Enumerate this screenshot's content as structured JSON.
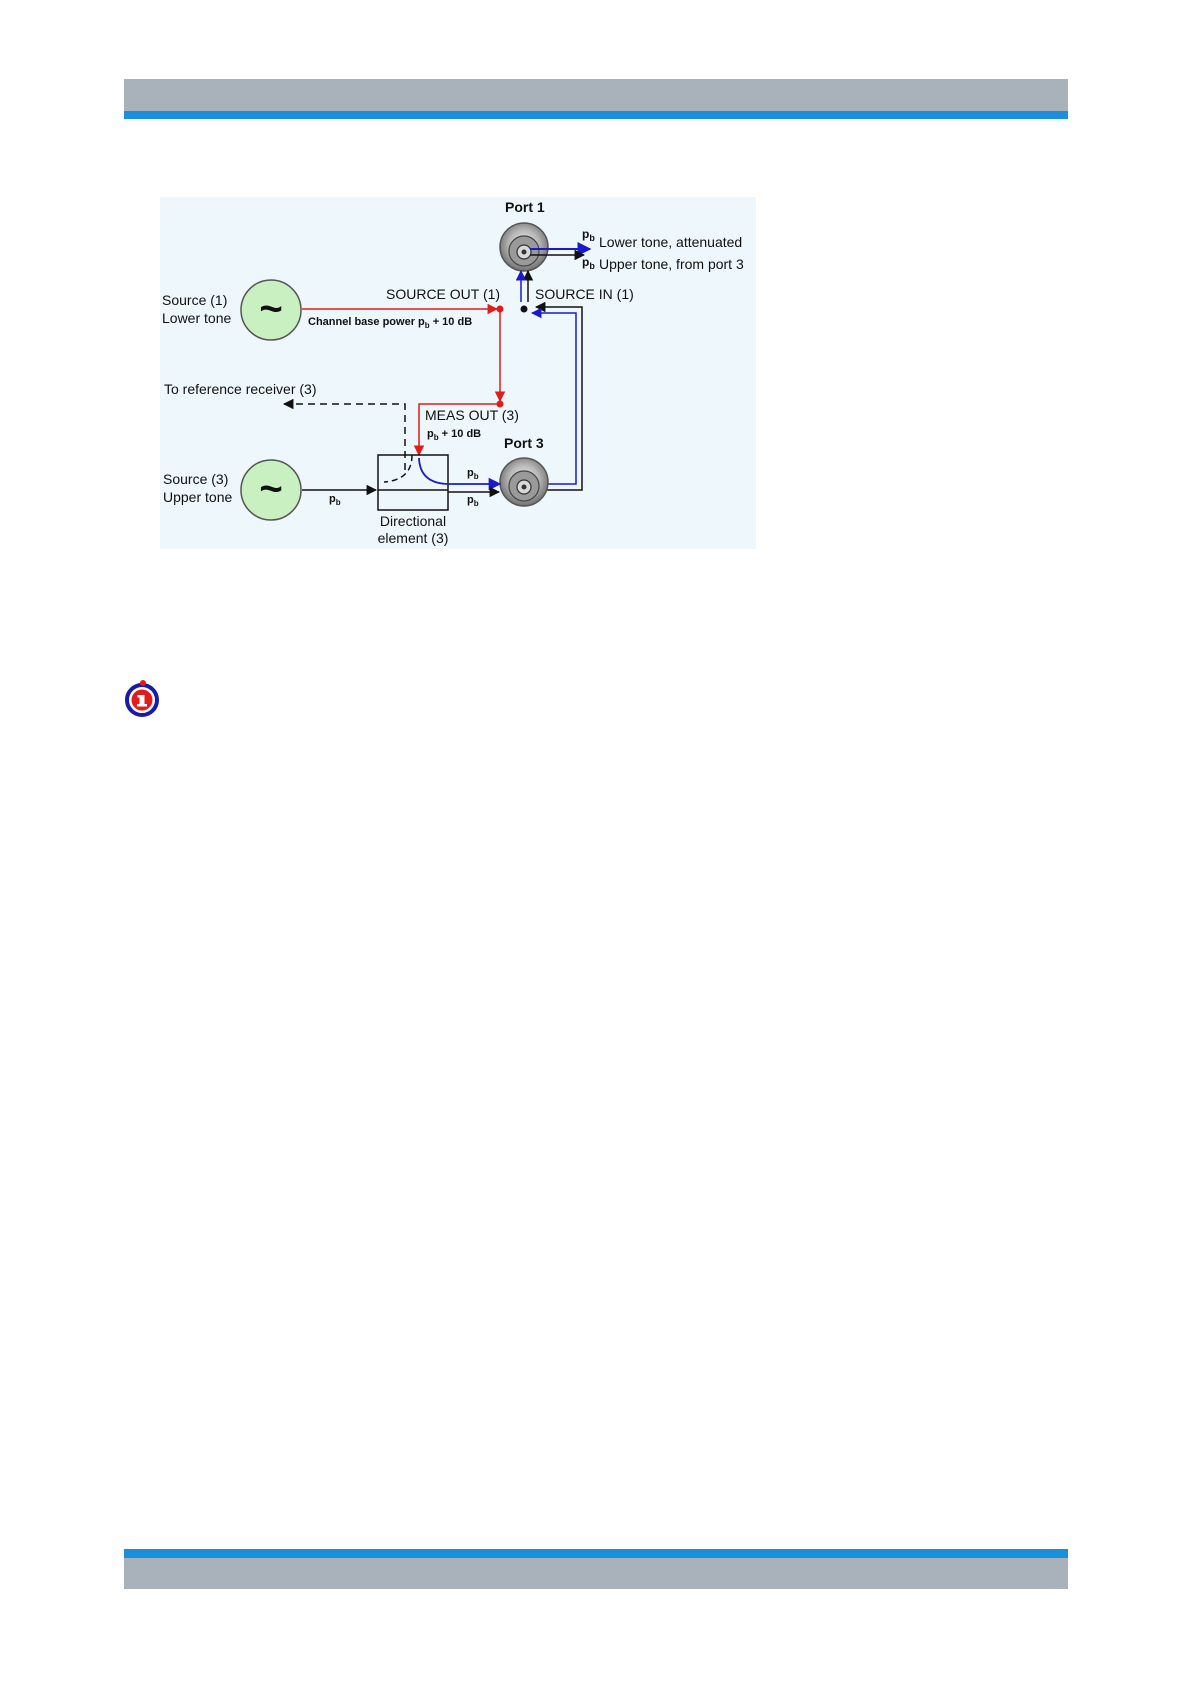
{
  "diagram": {
    "port1_label": "Port 1",
    "port3_label": "Port 3",
    "out_pb_1": "p",
    "out_pb_1_sub": "b",
    "out_lower": "Lower tone, attenuated",
    "out_pb_2": "p",
    "out_pb_2_sub": "b",
    "out_upper": "Upper tone, from port 3",
    "source1_line1": "Source (1)",
    "source1_line2": "Lower tone",
    "source3_line1": "Source (3)",
    "source3_line2": "Upper tone",
    "tilde": "~",
    "source_out": "SOURCE OUT (1)",
    "source_in": "SOURCE IN (1)",
    "channel_power_prefix": "Channel base power p",
    "channel_power_sub": "b",
    "channel_power_suffix": " + 10 dB",
    "to_reference": "To reference receiver (3)",
    "meas_out": "MEAS OUT (3)",
    "meas_pb": "p",
    "meas_pb_sub": "b",
    "meas_pb_suffix": " + 10 dB",
    "src3_pb": "p",
    "src3_pb_sub": "b",
    "port3_pb_upper": "p",
    "port3_pb_upper_sub": "b",
    "port3_pb_lower": "p",
    "port3_pb_lower_sub": "b",
    "directional_line1": "Directional",
    "directional_line2": "element (3)"
  },
  "colors": {
    "header_gray": "#a9b1ba",
    "header_blue": "#1a8fdc",
    "diagram_bg": "#eef7fb",
    "red_path": "#e21b1b",
    "blue_path": "#1a1acc",
    "generator_fill": "#c8f0c0"
  },
  "icons": {
    "info": "info-icon",
    "port1": "coax-connector-icon",
    "port3": "coax-connector-icon",
    "generator": "signal-generator-icon"
  }
}
